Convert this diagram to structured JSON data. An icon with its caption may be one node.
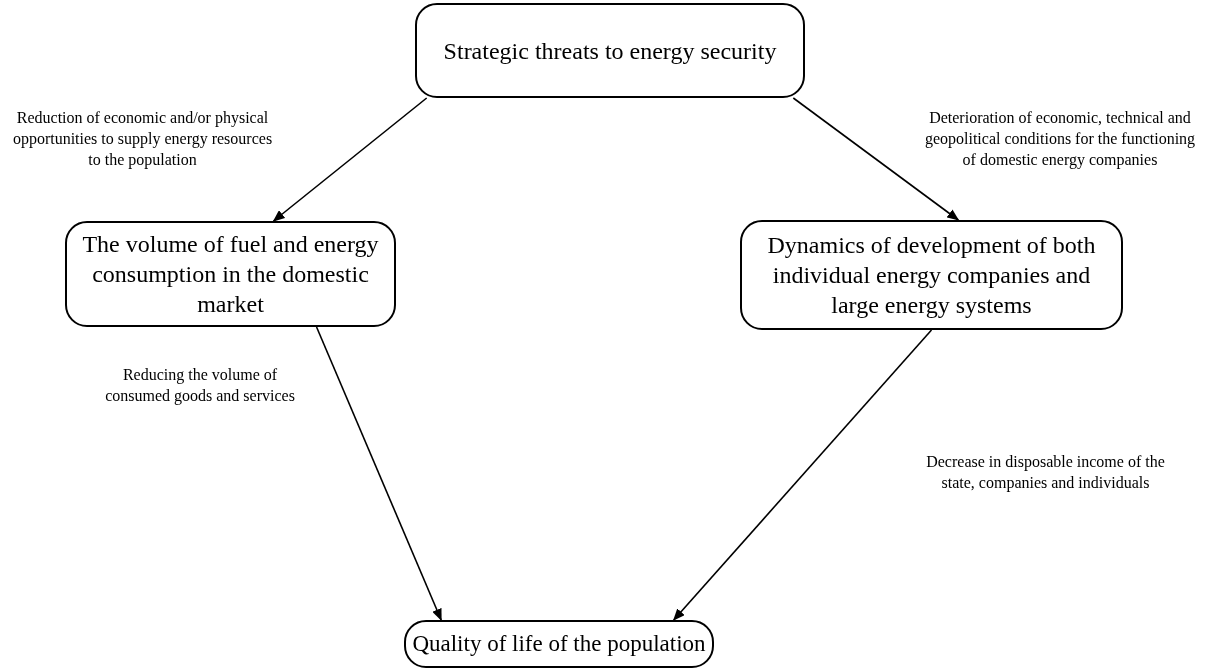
{
  "diagram": {
    "nodes": [
      {
        "text": [
          "Strategic threats to energy security"
        ]
      },
      {
        "text": [
          "The volume of fuel and energy consumption in the domestic market"
        ]
      },
      {
        "text": [
          "Dynamics of development of both individual energy companies and large energy systems"
        ]
      },
      {
        "text": [
          "Quality of life of the population"
        ]
      }
    ],
    "edges": [
      {
        "from": 0,
        "to": 1,
        "arrow": "to",
        "label": "Reduction of economic and/or physical opportunities to supply energy resources to the population"
      },
      {
        "from": 0,
        "to": 2,
        "arrow": "to",
        "label": "Deterioration of economic, technical and geopolitical conditions for the functioning of domestic energy companies"
      },
      {
        "from": 1,
        "to": 3,
        "arrow": "to",
        "label": "Reducing the volume of consumed goods and services"
      },
      {
        "from": 2,
        "to": 3,
        "arrow": "to",
        "label": "Decrease in disposable income of the state, companies and individuals"
      }
    ]
  }
}
